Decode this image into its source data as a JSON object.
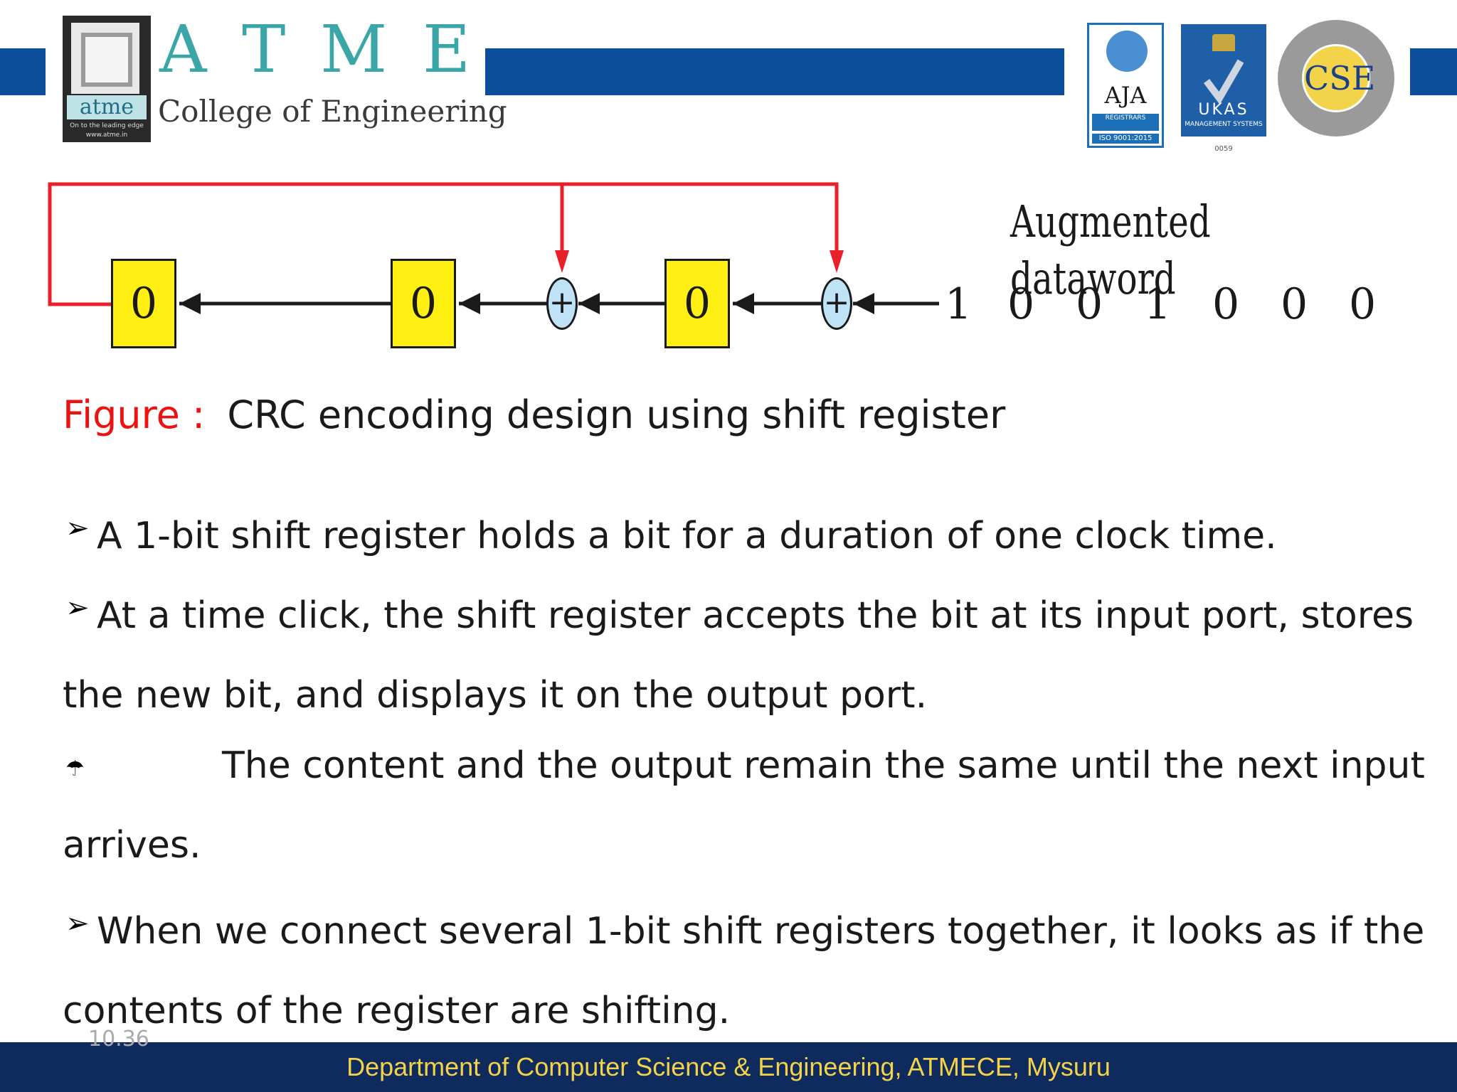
{
  "header": {
    "logo_text": "atme",
    "logo_tagline": "On to the leading edge",
    "logo_url": "www.atme.in",
    "atme_letters": [
      "A",
      "T",
      "M",
      "E"
    ],
    "college_name": "College of Engineering",
    "cert_aja": "AJA",
    "cert_aja_sub": "REGISTRARS",
    "cert_aja_iso": "ISO 9001:2015",
    "cert_ukas": "UKAS",
    "cert_ukas_sub": "MANAGEMENT SYSTEMS",
    "cert_ukas_num": "0059",
    "cse_seal_text": "CSE",
    "colors": {
      "band": "#0b4f9a",
      "footer": "#0f2a5c",
      "footer_text": "#f2d34a",
      "accent_red": "#e11111"
    }
  },
  "diagram": {
    "registers": [
      "0",
      "0",
      "0"
    ],
    "xor_symbol": "+",
    "augmented_label": "Augmented dataword",
    "input_bits": [
      "1",
      "0",
      "0",
      "1",
      "0",
      "0",
      "0"
    ]
  },
  "caption": {
    "prefix": "Figure :",
    "text": "CRC encoding design using shift register"
  },
  "body": {
    "line1": "A 1-bit shift register holds a bit for a duration of one clock time.",
    "line2a": "At a time click, the shift register accepts the bit at its input port, stores",
    "line2b": "the new bit, and displays it on the output port.",
    "line3a": "The content and the output remain the same until the next input",
    "line3b": "arrives.",
    "line4a": "When we connect several 1-bit shift registers together, it looks as if the",
    "line4b": "contents of the register are shifting."
  },
  "footer": {
    "slide_number": "10.36",
    "department": "Department of Computer Science & Engineering, ATMECE, Mysuru"
  }
}
